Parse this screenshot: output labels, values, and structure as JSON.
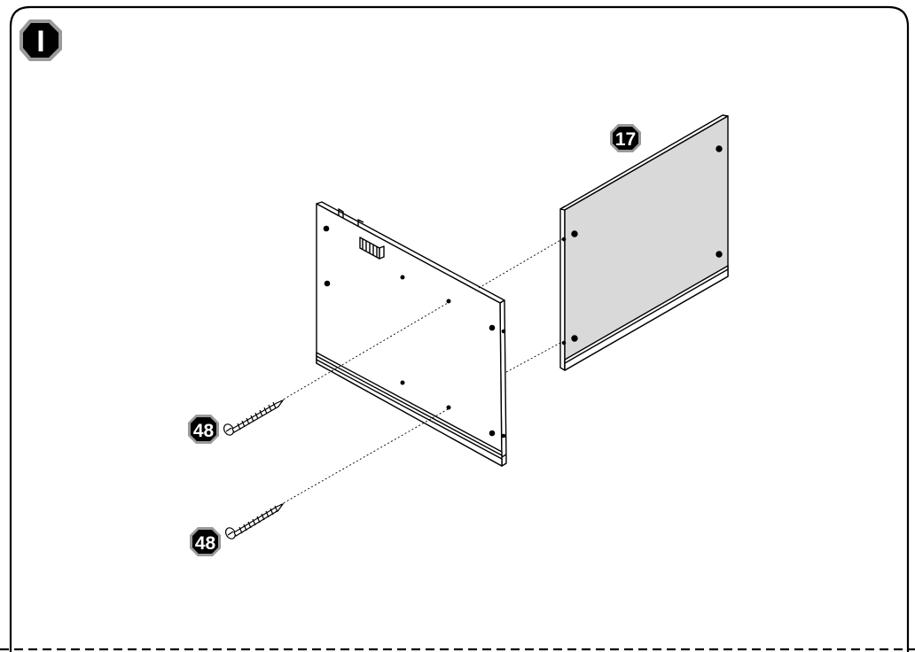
{
  "step": {
    "label": "I"
  },
  "parts": {
    "back_panel": {
      "label": "17",
      "fill": "#d9d9d9"
    },
    "screw_upper": {
      "label": "48"
    },
    "screw_lower": {
      "label": "48"
    }
  },
  "colors": {
    "ink": "#000000",
    "badge": "#000000",
    "badge_ring": "#9a9a9a",
    "paper": "#ffffff"
  },
  "icons": {
    "step_badge": "octagon-badge",
    "part_badge": "octagon-badge",
    "screw": "wood-screw-icon"
  }
}
